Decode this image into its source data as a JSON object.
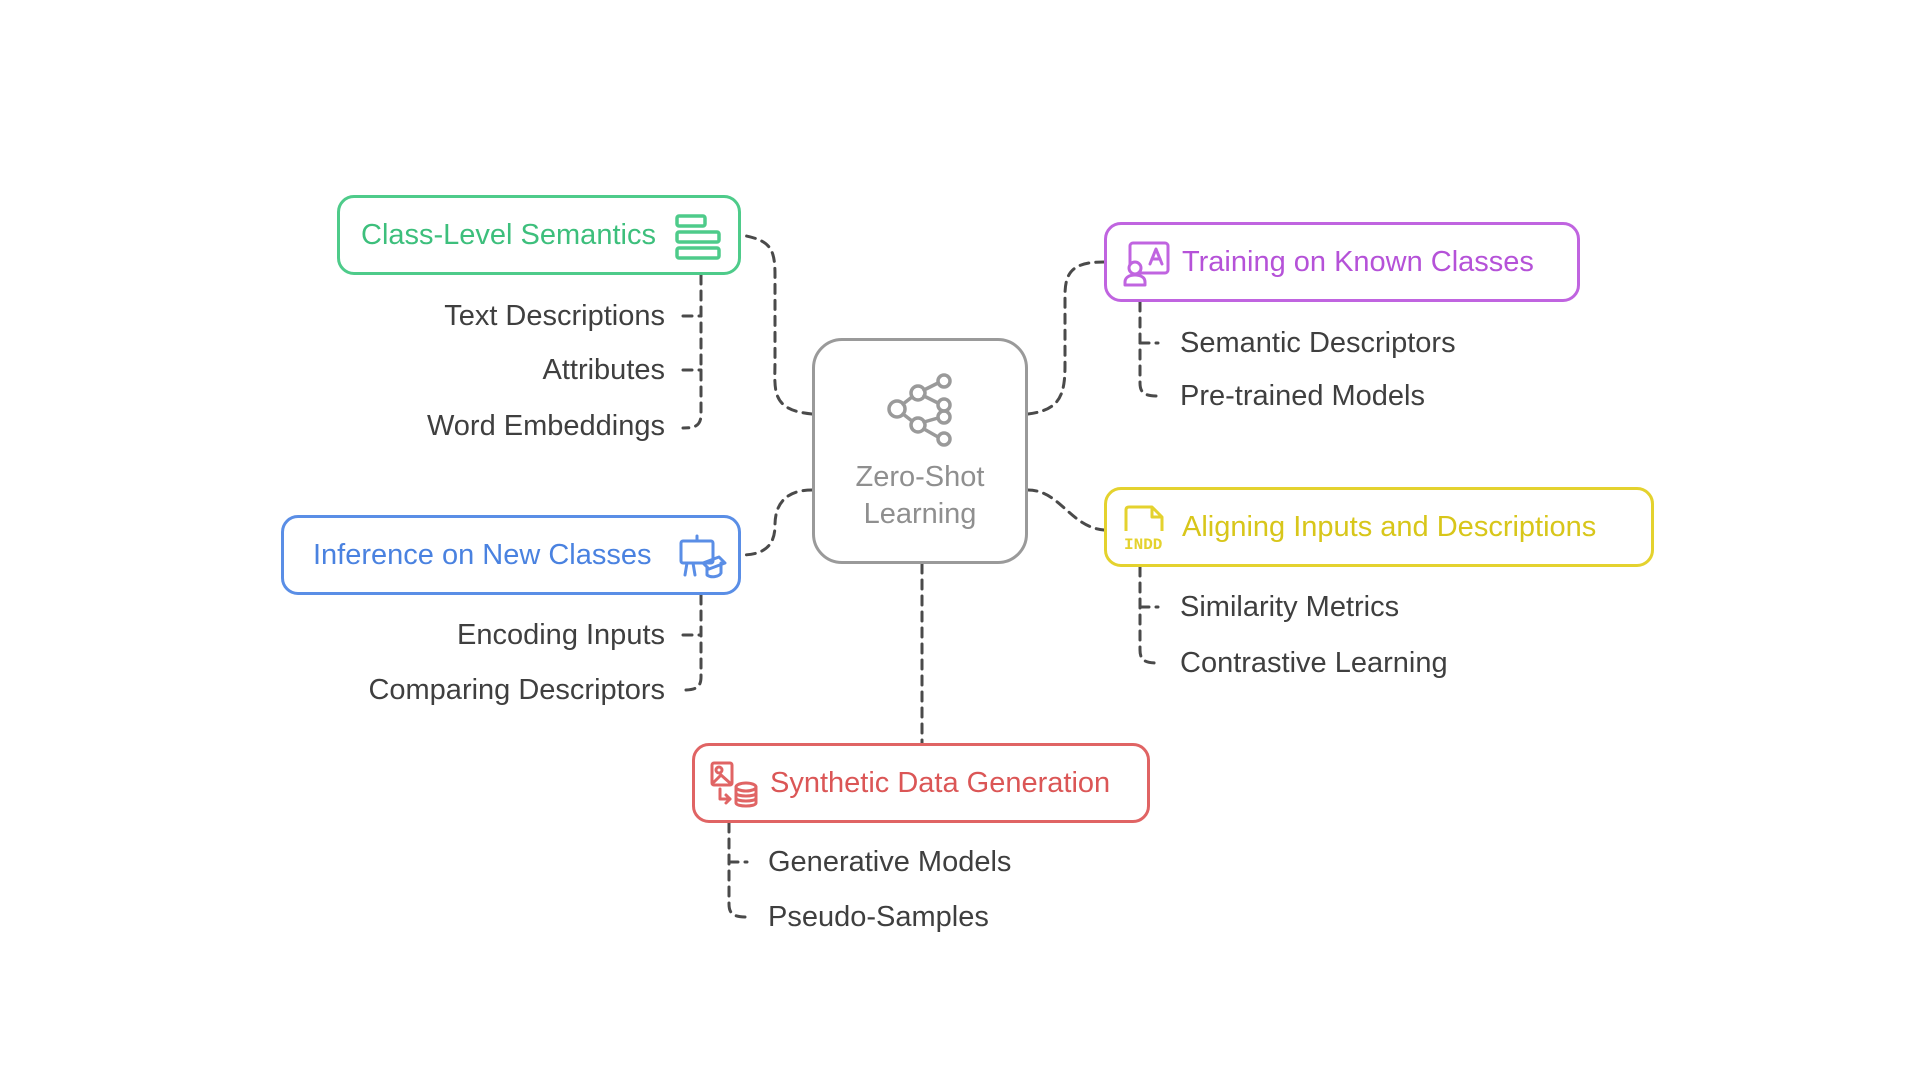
{
  "center": {
    "title_line1": "Zero-Shot",
    "title_line2": "Learning",
    "icon": "share-network-icon"
  },
  "branches": [
    {
      "id": "class-level-semantics",
      "label": "Class-Level Semantics",
      "icon": "list-stack-icon",
      "color": "#4ecb8a",
      "children": [
        "Text Descriptions",
        "Attributes",
        "Word Embeddings"
      ]
    },
    {
      "id": "inference-on-new-classes",
      "label": "Inference on New Classes",
      "icon": "teacher-board-icon",
      "color": "#5a8ee6",
      "children": [
        "Encoding Inputs",
        "Comparing Descriptors"
      ]
    },
    {
      "id": "training-on-known-classes",
      "label": "Training on Known Classes",
      "icon": "user-label-icon",
      "color": "#c064e0",
      "children": [
        "Semantic Descriptors",
        "Pre-trained Models"
      ]
    },
    {
      "id": "aligning-inputs-and-descriptions",
      "label": "Aligning Inputs and Descriptions",
      "icon": "indd-file-icon",
      "icon_text": "INDD",
      "color": "#e4d22e",
      "children": [
        "Similarity Metrics",
        "Contrastive Learning"
      ]
    },
    {
      "id": "synthetic-data-generation",
      "label": "Synthetic Data Generation",
      "icon": "image-to-database-icon",
      "color": "#e06464",
      "children": [
        "Generative Models",
        "Pseudo-Samples"
      ]
    }
  ]
}
